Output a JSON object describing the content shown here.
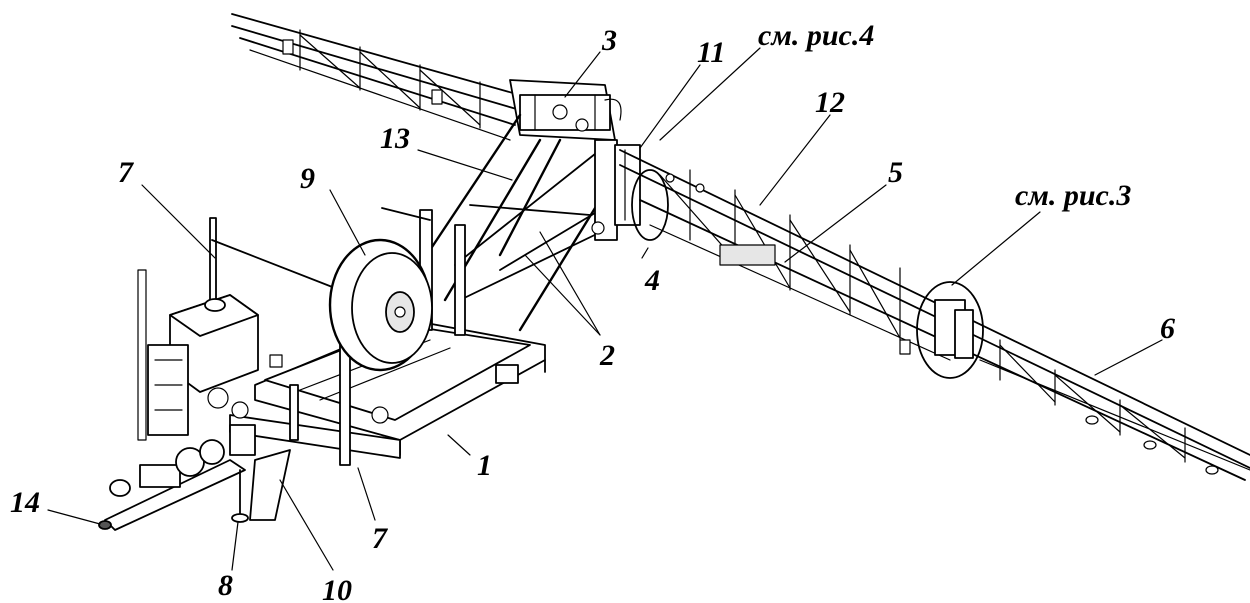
{
  "labels": {
    "l1": "1",
    "l2": "2",
    "l3": "3",
    "l4": "4",
    "l5": "5",
    "l6": "6",
    "l7a": "7",
    "l7b": "7",
    "l8": "8",
    "l9": "9",
    "l10": "10",
    "l11": "11",
    "l12": "12",
    "l13": "13",
    "l14": "14",
    "ref4": "см. рис.4",
    "ref3": "см. рис.3"
  }
}
